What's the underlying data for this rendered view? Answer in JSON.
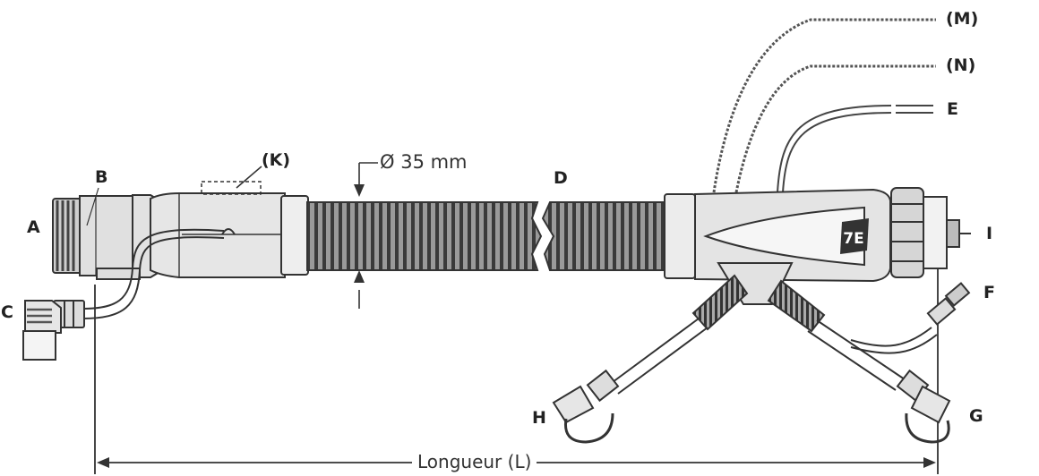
{
  "labels": {
    "A": "A",
    "B": "B",
    "C": "C",
    "D": "D",
    "E": "E",
    "F": "F",
    "G": "G",
    "H": "H",
    "I": "I",
    "K": "(K)",
    "M": "(M)",
    "N": "(N)"
  },
  "dimensions": {
    "diameter": "Ø 35 mm",
    "length": "Longueur (L)"
  },
  "logo": "7E"
}
